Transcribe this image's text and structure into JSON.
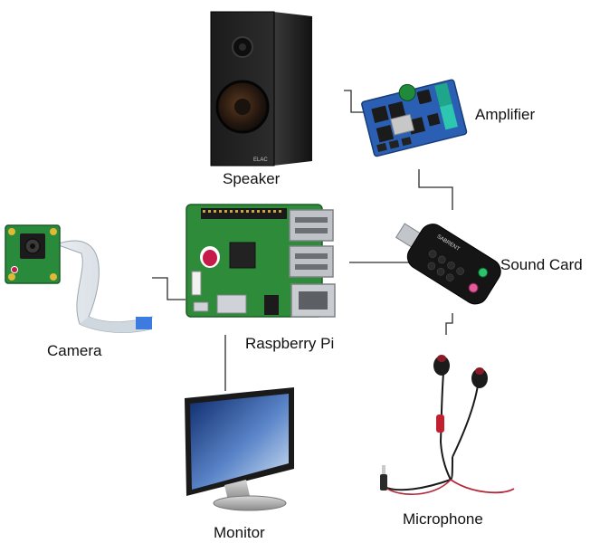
{
  "labels": {
    "speaker": "Speaker",
    "amplifier": "Amplifier",
    "sound_card": "Sound Card",
    "raspberry_pi": "Raspberry Pi",
    "camera": "Camera",
    "monitor": "Monitor",
    "microphone": "Microphone"
  },
  "device_markings": {
    "speaker_badge": "ELAC",
    "sound_card_brand": "SABRENT"
  }
}
